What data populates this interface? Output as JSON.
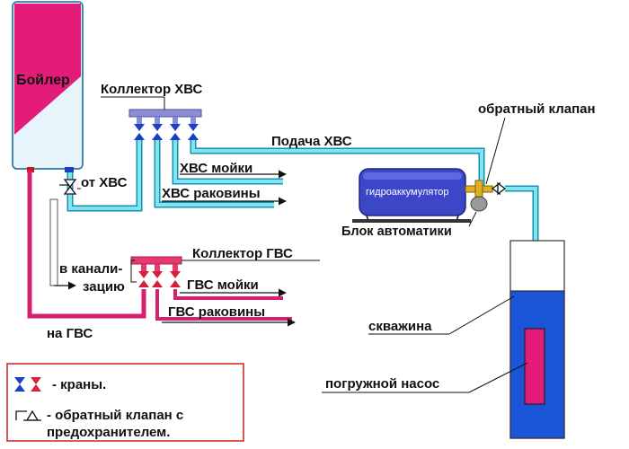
{
  "labels": {
    "boiler": "Бойлер",
    "cold_collector": "Коллектор ХВС",
    "cold_supply": "Подача ХВС",
    "check_valve": "обратный клапан",
    "cold_sink": "ХВС мойки",
    "cold_basin": "ХВС раковины",
    "from_cold": "от ХВС",
    "accumulator": "гидроаккумулятор",
    "automation": "Блок автоматики",
    "hot_collector": "Коллектор ГВС",
    "sewer_1": "в канали-",
    "sewer_2": "зацию",
    "hot_sink": "ГВС мойки",
    "hot_basin": "ГВС раковины",
    "to_hot": "на ГВС",
    "well": "скважина",
    "pump": "погружной насос"
  },
  "legend": {
    "taps": "- краны.",
    "valve_line1": "- обратный клапан с",
    "valve_line2": "предохранителем."
  },
  "colors": {
    "cold": "#7fe6f0",
    "cold_outline": "#1a8fb0",
    "hot": "#d61f6e",
    "boiler_top": "#e31c79",
    "boiler_bottom": "#e8f4fb",
    "collector": "#8a8ed6",
    "accumulator": "#3b46c8",
    "well_water": "#1a55d8",
    "pump": "#e31c79",
    "legend_border": "#cc2222",
    "valve_blue": "#1e3fc0",
    "valve_red": "#d61f3a"
  }
}
